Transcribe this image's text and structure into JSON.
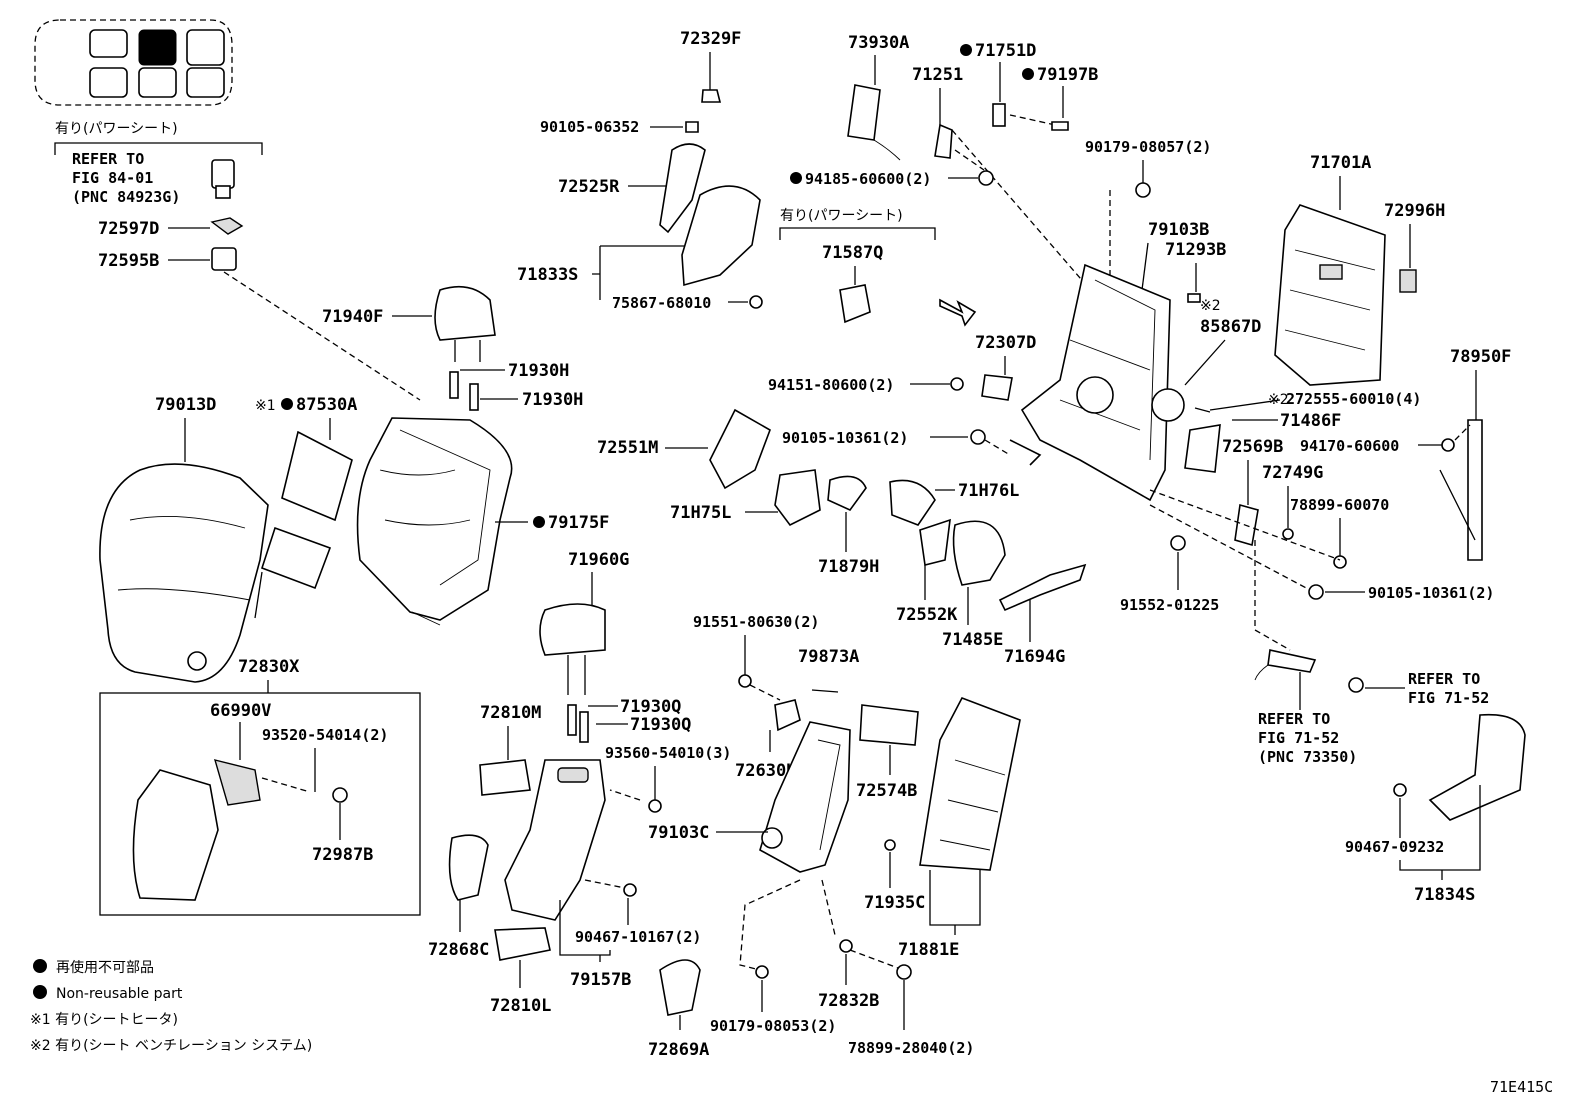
{
  "diagram_code": "71E415C",
  "labels": {
    "p72329F": "72329F",
    "p73930A": "73930A",
    "p71751D": "71751D",
    "p71251": "71251",
    "p79197B": "79197B",
    "p90105_06352": "90105-06352",
    "p90179_08057": "90179-08057(2)",
    "p71701A": "71701A",
    "p94185_60600": "94185-60600(2)",
    "p72525R": "72525R",
    "p72996H": "72996H",
    "p79103B": "79103B",
    "p71293B": "71293B",
    "p85867D": "85867D",
    "p71587Q": "71587Q",
    "p71833S": "71833S",
    "p75867_68010": "75867-68010",
    "p71940F": "71940F",
    "p72307D": "72307D",
    "p71930H_a": "71930H",
    "p71930H_b": "71930H",
    "p94151_80600": "94151-80600(2)",
    "p272555_60010": "272555-60010(4)",
    "p78950F": "78950F",
    "p79013D": "79013D",
    "p87530A": "87530A",
    "p71486F": "71486F",
    "p90105_10361a": "90105-10361(2)",
    "p72551M": "72551M",
    "p72569B": "72569B",
    "p94170_60600": "94170-60600",
    "p72749G": "72749G",
    "p71H76L": "71H76L",
    "p71H75L": "71H75L",
    "p79175F": "79175F",
    "p78899_60070": "78899-60070",
    "p71960G": "71960G",
    "p71879H": "71879H",
    "p90105_10361b": "90105-10361(2)",
    "p72552K": "72552K",
    "p91552_01225": "91552-01225",
    "p91551_80630": "91551-80630(2)",
    "p71485E": "71485E",
    "p71694G": "71694G",
    "p72830X": "72830X",
    "p79873A": "79873A",
    "p66990V": "66990V",
    "p71930Q_a": "71930Q",
    "p71930Q_b": "71930Q",
    "p72810M": "72810M",
    "p93520_54014": "93520-54014(2)",
    "p93560_54010": "93560-54010(3)",
    "p72630H": "72630H",
    "p72574B": "72574B",
    "p72987B": "72987B",
    "p79103C": "79103C",
    "p90467_09232": "90467-09232",
    "p71834S": "71834S",
    "p71935C": "71935C",
    "p72868C": "72868C",
    "p90467_10167": "90467-10167(2)",
    "p71881E": "71881E",
    "p79157B": "79157B",
    "p72810L": "72810L",
    "p72832B": "72832B",
    "p90179_08053": "90179-08053(2)",
    "p78899_28040": "78899-28040(2)",
    "p72869A": "72869A",
    "p72597D": "72597D",
    "p72595B": "72595B"
  },
  "refer": {
    "top_left": [
      "REFER TO",
      "FIG 84-01",
      "(PNC 84923G)"
    ],
    "right_a": [
      "REFER TO",
      "FIG 71-52"
    ],
    "right_b": [
      "REFER TO",
      "FIG 71-52",
      "(PNC 73350)"
    ]
  },
  "notes": {
    "power_seat_a": "有り(パワーシート)",
    "power_seat_b": "有り(パワーシート)",
    "mark_1": "※1",
    "mark_2": "※2",
    "legend_jp": "再使用不可部品",
    "legend_en": "Non-reusable part",
    "note1": "※1 有り(シートヒータ)",
    "note2": "※2 有り(シート ベンチレーション システム)"
  }
}
